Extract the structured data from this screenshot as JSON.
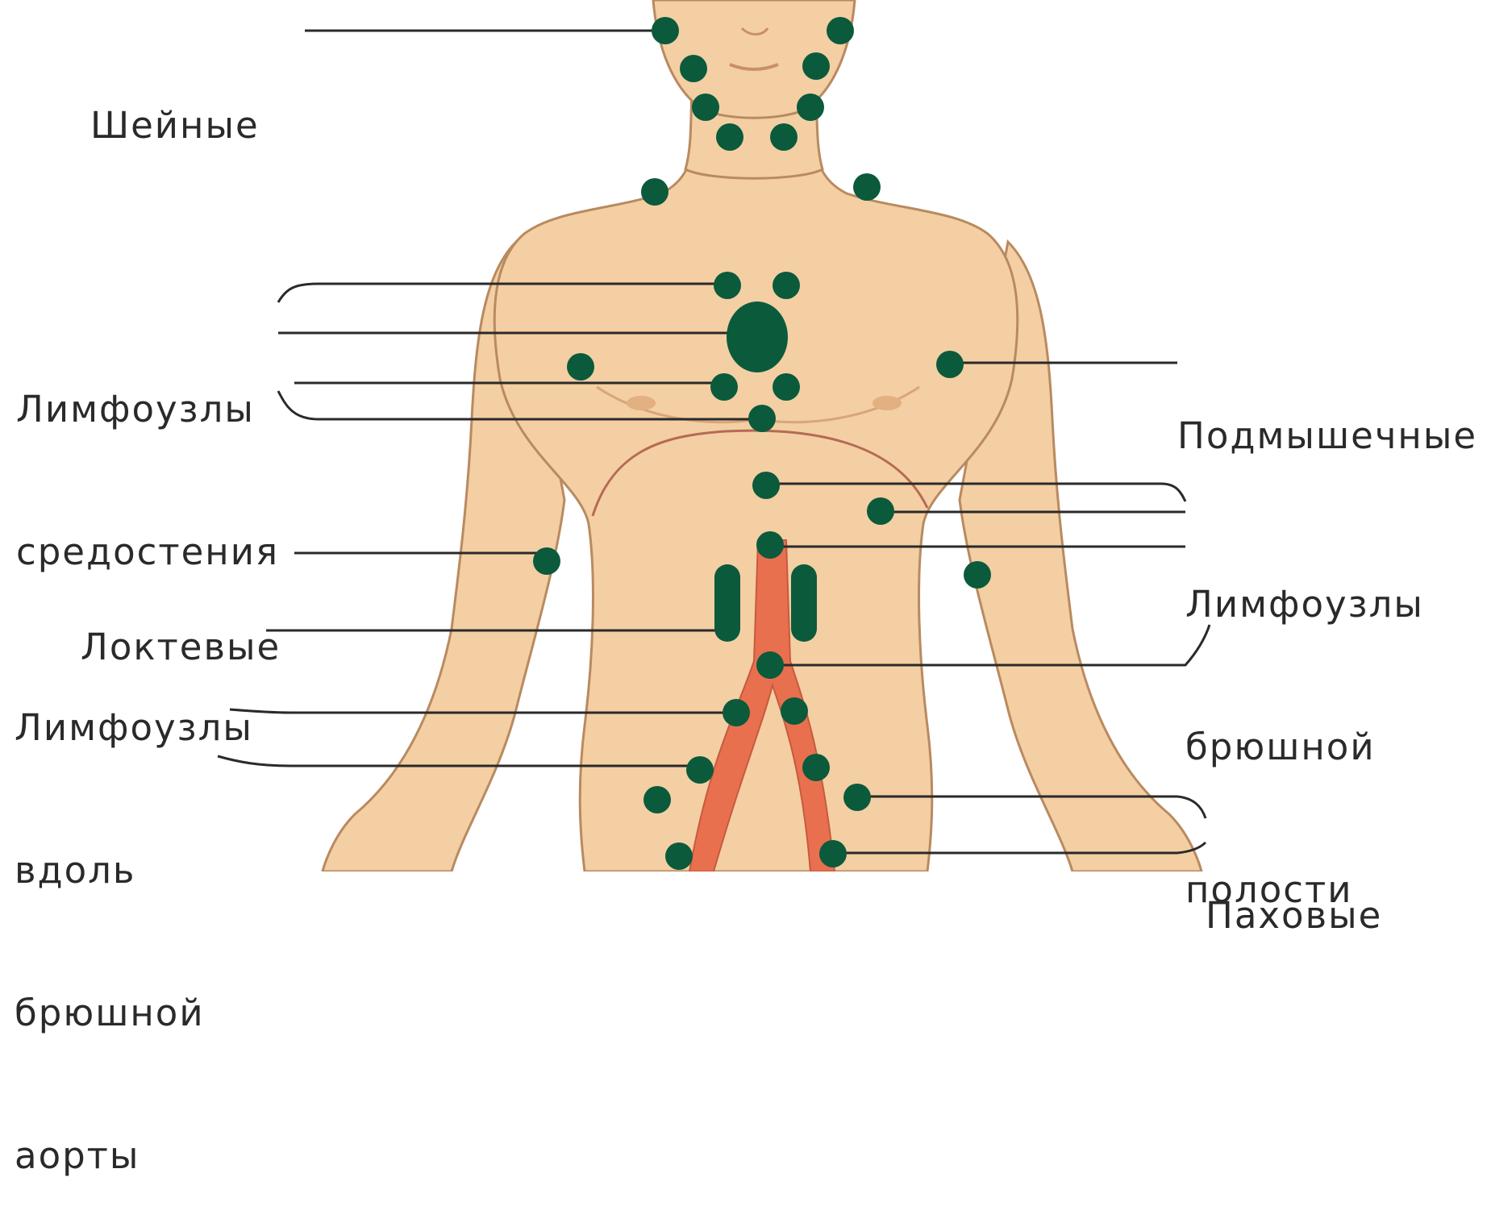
{
  "labels": {
    "cervical": [
      "Шейные"
    ],
    "mediastinal": [
      "Лимфоузлы",
      "средостения"
    ],
    "axillary": [
      "Подмышечные"
    ],
    "cubital": [
      "Локтевые"
    ],
    "abdominal": [
      "Лимфоузлы",
      "брюшной",
      "полости"
    ],
    "aortic": [
      "Лимфоузлы",
      "вдоль",
      "брюшной",
      "аорты"
    ],
    "inguinal": [
      "Паховые"
    ]
  },
  "colors": {
    "node": "#0b5a3c",
    "skin": "#f3cfa3",
    "skin_shade": "#e2b081",
    "outline": "#b98a60",
    "vessel": "#e8704f",
    "line": "#2a2a2a",
    "text": "#2a2a2a"
  }
}
